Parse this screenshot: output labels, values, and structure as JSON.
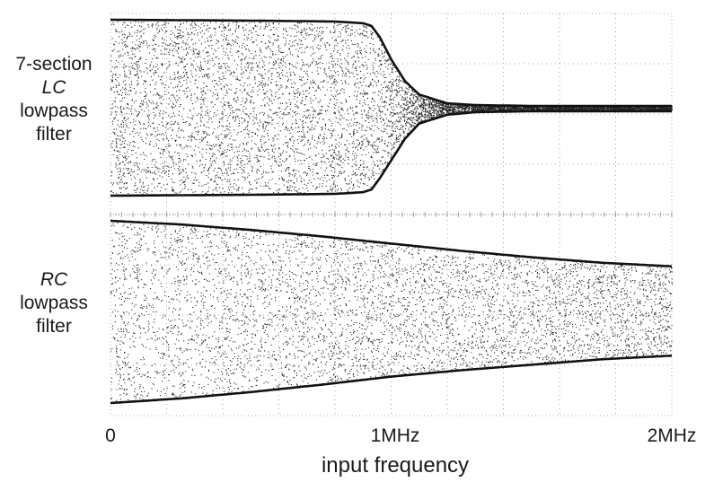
{
  "chart_data": {
    "type": "area",
    "x_unit": "MHz",
    "xlim": [
      0,
      2
    ],
    "xlabel": "input frequency",
    "x_tick_labels": [
      "0",
      "1MHz",
      "2MHz"
    ],
    "grid": true,
    "panels": [
      {
        "label_lines": [
          "7-section",
          "LC",
          "lowpass",
          "filter"
        ],
        "label_italic_index": 1,
        "ylim": [
          -1,
          1
        ],
        "envelope": {
          "x": [
            0.0,
            0.5,
            0.8,
            0.9,
            0.93,
            0.96,
            1.0,
            1.05,
            1.1,
            1.2,
            1.3,
            1.5,
            2.0
          ],
          "upper": [
            1.0,
            0.99,
            0.98,
            0.96,
            0.93,
            0.8,
            0.55,
            0.3,
            0.15,
            0.05,
            0.03,
            0.02,
            0.02
          ],
          "lower": [
            -1.0,
            -0.99,
            -0.98,
            -0.96,
            -0.93,
            -0.8,
            -0.6,
            -0.35,
            -0.18,
            -0.08,
            -0.05,
            -0.04,
            -0.04
          ]
        }
      },
      {
        "label_lines": [
          "RC",
          "lowpass",
          "filter"
        ],
        "label_italic_index": 0,
        "ylim": [
          -1,
          1
        ],
        "envelope": {
          "x": [
            0.0,
            0.25,
            0.5,
            0.75,
            1.0,
            1.25,
            1.5,
            1.75,
            2.0
          ],
          "upper": [
            1.0,
            0.96,
            0.9,
            0.83,
            0.75,
            0.67,
            0.6,
            0.54,
            0.5
          ],
          "lower": [
            -1.0,
            -0.95,
            -0.88,
            -0.8,
            -0.71,
            -0.64,
            -0.58,
            -0.52,
            -0.48
          ]
        }
      }
    ]
  }
}
